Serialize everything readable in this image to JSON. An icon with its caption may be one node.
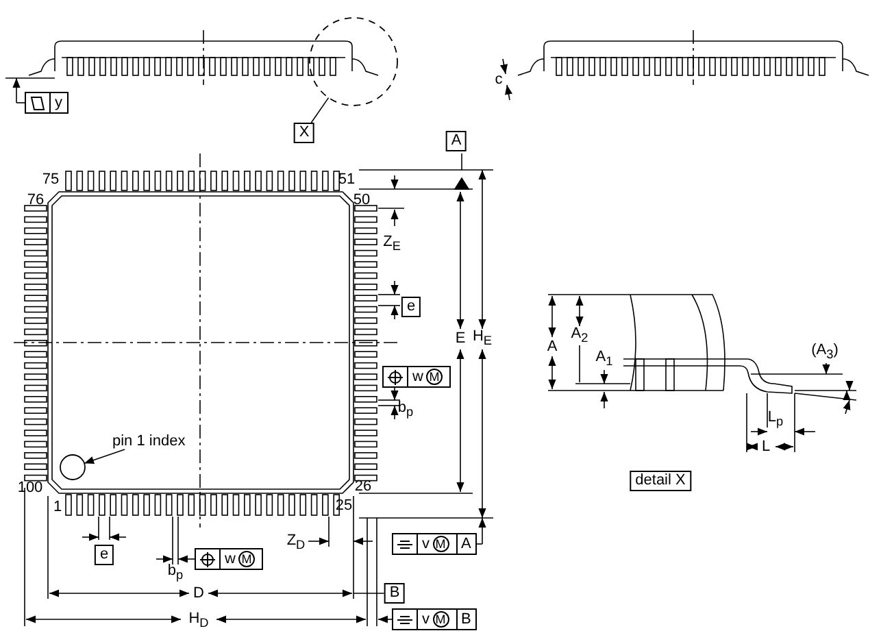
{
  "diagram": {
    "nodes": [
      {
        "text": [
          "X"
        ]
      },
      {
        "text": [],
        "shape": "circle"
      },
      {
        "text": [
          "pin 1  index"
        ]
      },
      {
        "text": [],
        "shape": "circle"
      },
      {
        "text": [
          "A"
        ]
      },
      {
        "text": [
          "e"
        ]
      },
      {
        "text": [
          "e"
        ]
      },
      {
        "text": [
          "B"
        ]
      },
      {
        "text": [
          "detail X"
        ]
      }
    ],
    "edges": [
      {
        "from": 0,
        "to": 1,
        "arrow": "none"
      },
      {
        "from": 2,
        "to": 3,
        "arrow": "to"
      }
    ],
    "labels": [
      "y",
      "c",
      "75",
      "51",
      "76",
      "50",
      "Z$_{E}$",
      "E",
      "H$_{E}$",
      "w",
      "M",
      "b$_{p}$",
      "100",
      "26",
      "1",
      "25",
      "b$_{p}$",
      "w",
      "M",
      "Z$_{D}$",
      "v",
      "M",
      "A",
      "D",
      "v",
      "M",
      "B",
      "H$_{D}$",
      "A",
      "A$_{2}$",
      "A$_{1}$",
      "(A$_{3}$)",
      "L$_{p}$",
      "L"
    ]
  }
}
